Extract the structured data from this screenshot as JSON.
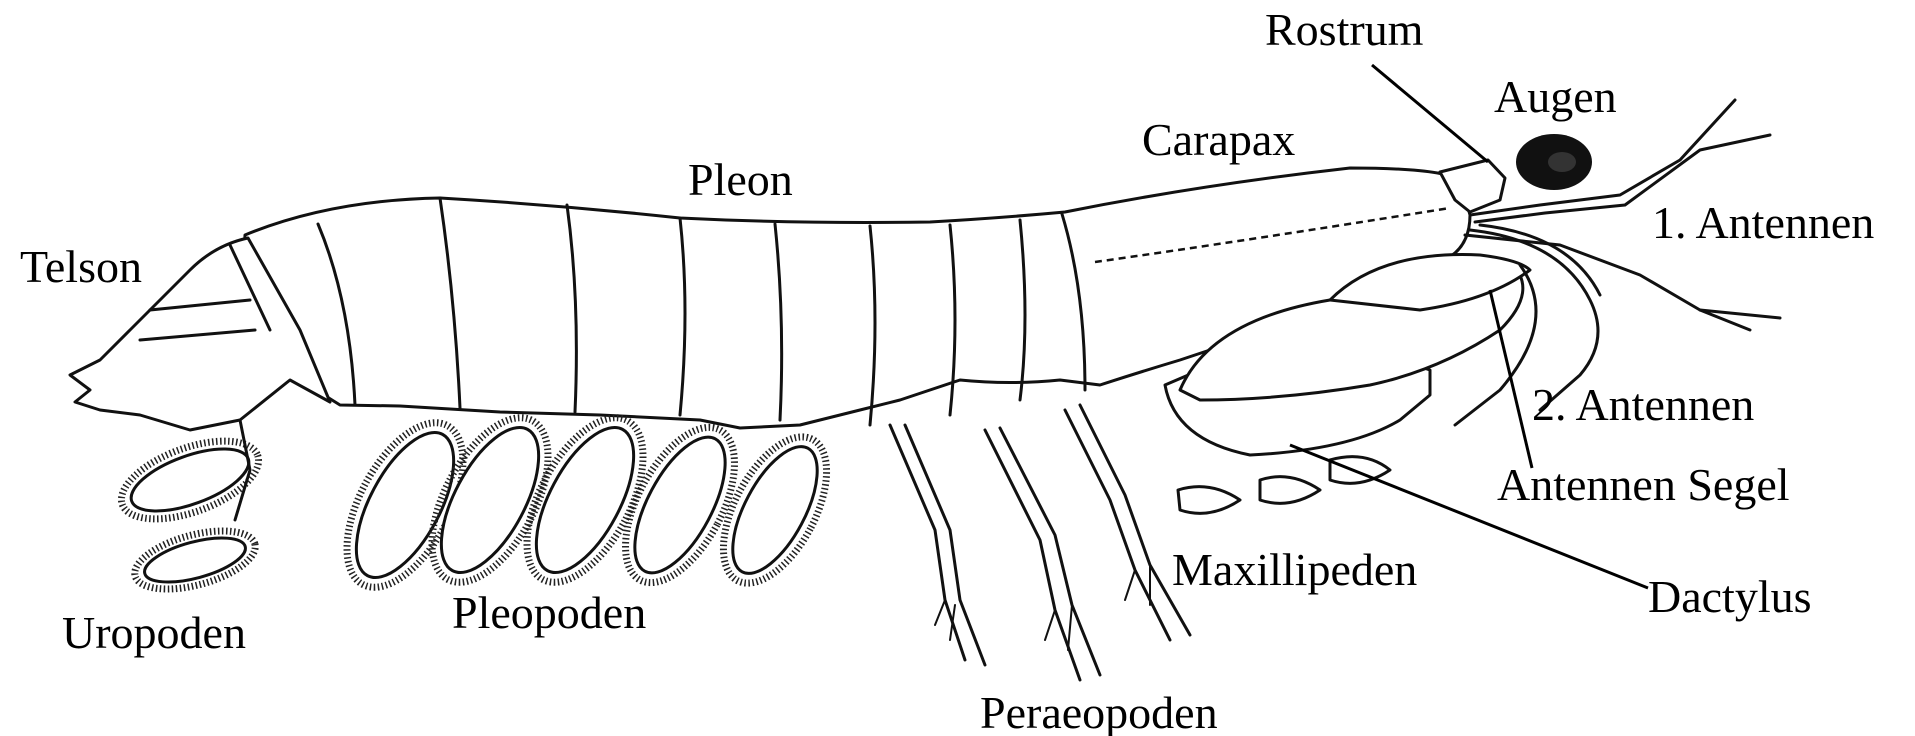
{
  "labels": {
    "rostrum": "Rostrum",
    "augen": "Augen",
    "carapax": "Carapax",
    "pleon": "Pleon",
    "antennen1": "1. Antennen",
    "telson": "Telson",
    "antennen2": "2. Antennen",
    "antennen_segel": "Antennen Segel",
    "maxillipeden": "Maxillipeden",
    "dactylus": "Dactylus",
    "uropoden": "Uropoden",
    "pleopoden": "Pleopoden",
    "peraeopoden": "Peraeopoden"
  }
}
